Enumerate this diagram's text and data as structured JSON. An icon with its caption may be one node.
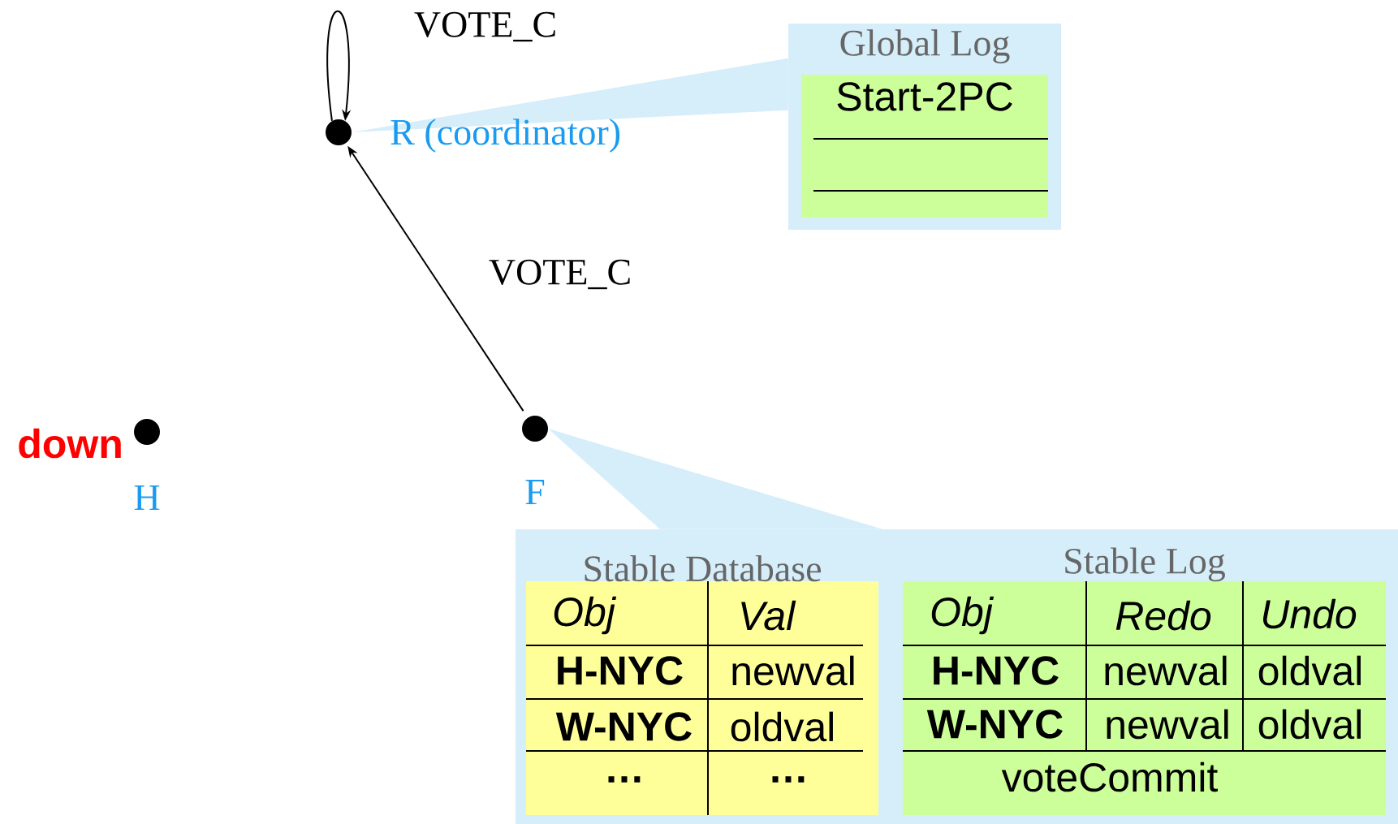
{
  "diagram": {
    "nodes": [
      {
        "text": [],
        "shape": "circle",
        "beside": [
          "R (coordinator)"
        ]
      },
      {
        "text": [],
        "shape": "circle",
        "beside": [
          "down",
          "H"
        ]
      },
      {
        "text": [],
        "shape": "circle",
        "beside": [
          "F"
        ]
      },
      {
        "text": [
          "Global Log"
        ]
      },
      {
        "text": [
          "Start-2PC"
        ],
        "in": 3
      },
      {
        "text": [],
        "shape": "box"
      },
      {
        "text": [
          "Stable Database"
        ],
        "in": 5
      },
      {
        "text": [
          "Stable Log"
        ],
        "in": 5
      }
    ],
    "edges": [
      {
        "from": 0,
        "to": 0,
        "arrow": "to",
        "label": "VOTE_C"
      },
      {
        "from": 2,
        "to": 0,
        "arrow": "to",
        "label": "VOTE_C"
      },
      {
        "from": 0,
        "to": 3,
        "arrow": "none",
        "color": "#d6eefa"
      },
      {
        "from": 2,
        "to": 5,
        "arrow": "none",
        "color": "#d6eefa"
      }
    ],
    "labels": [
      "Obj",
      "Val",
      "H-NYC",
      "newval",
      "W-NYC",
      "oldval",
      "…",
      "…",
      "Obj",
      "Redo",
      "Undo",
      "H-NYC",
      "newval",
      "oldval",
      "W-NYC",
      "newval",
      "oldval",
      "voteCommit"
    ]
  }
}
